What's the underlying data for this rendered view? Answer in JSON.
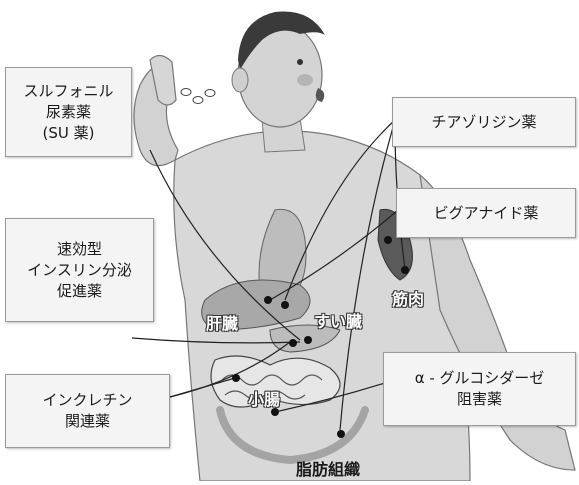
{
  "drug_boxes": {
    "su": {
      "lines": [
        "スルフォニル",
        "尿素薬",
        "(SU 薬)"
      ]
    },
    "tzd": {
      "lines": [
        "チアゾリジン薬"
      ]
    },
    "biguanide": {
      "lines": [
        "ビグアナイド薬"
      ]
    },
    "glinide": {
      "lines": [
        "速効型",
        "インスリン分泌",
        "促進薬"
      ]
    },
    "incretin": {
      "lines": [
        "インクレチン",
        "関連薬"
      ]
    },
    "agi": {
      "lines": [
        "α - グルコシダーゼ",
        "阻害薬"
      ]
    }
  },
  "organ_labels": {
    "liver": "肝臓",
    "pancreas": "すい臓",
    "muscle": "筋肉",
    "small_intestine": "小腸",
    "adipose": "脂肪組織"
  }
}
